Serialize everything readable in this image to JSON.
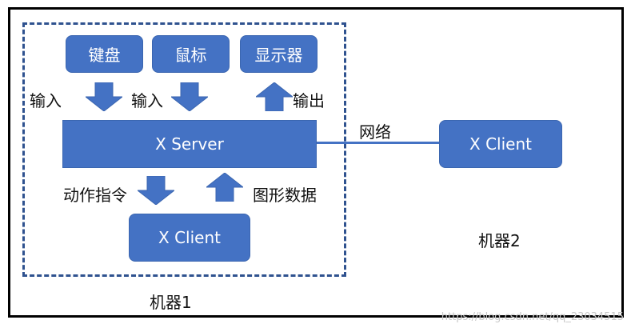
{
  "nodes": {
    "keyboard": "键盘",
    "mouse": "鼠标",
    "display": "显示器",
    "xserver": "X Server",
    "xclient_local": "X Client",
    "xclient_remote": "X Client"
  },
  "labels": {
    "input1": "输入",
    "input2": "输入",
    "output": "输出",
    "network": "网络",
    "action": "动作指令",
    "graphics": "图形数据",
    "machine1": "机器1",
    "machine2": "机器2"
  },
  "watermark": "https://blog.csdn.net/qq_23034515",
  "colors": {
    "box_fill": "#4472c4",
    "dashed_border": "#2f528f",
    "frame": "#000000"
  }
}
